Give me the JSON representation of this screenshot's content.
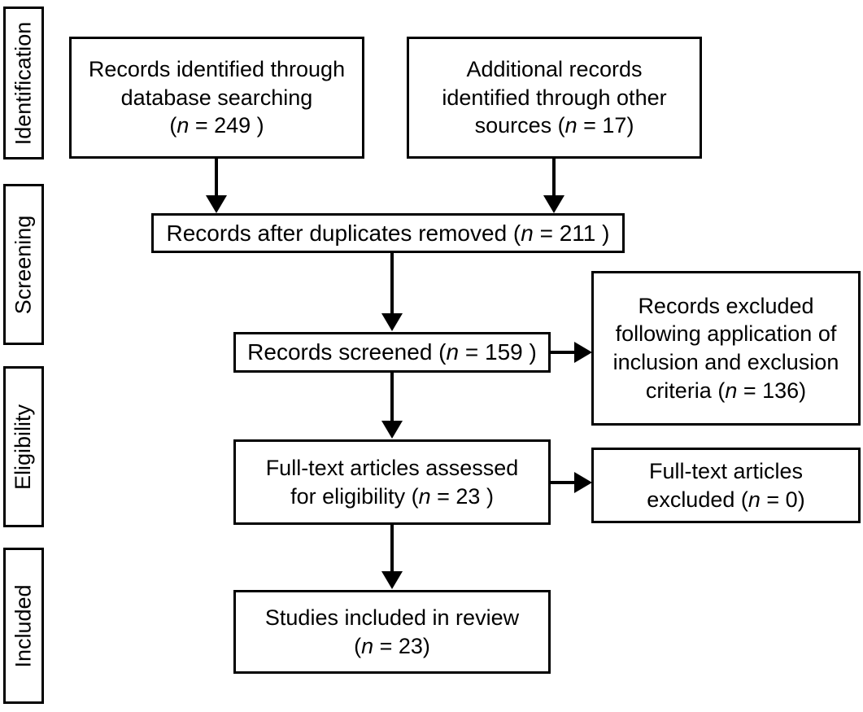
{
  "diagram": {
    "type": "prisma-flow-diagram",
    "stages": [
      {
        "id": "identification",
        "label": "Identification"
      },
      {
        "id": "screening",
        "label": "Screening"
      },
      {
        "id": "eligibility",
        "label": "Eligibility"
      },
      {
        "id": "included",
        "label": "Included"
      }
    ],
    "boxes": [
      {
        "id": "identified-db",
        "stage": "identification",
        "text": "Records identified through\ndatabase searching\n(n = 249 )",
        "count": 249,
        "count_label": "(n = 249 )"
      },
      {
        "id": "additional",
        "stage": "identification",
        "text": "Additional records\nidentified through other\nsources (n = 17)",
        "count": 17,
        "count_label": "(n = 17)"
      },
      {
        "id": "duplicates",
        "stage": "screening",
        "text": "Records after duplicates removed (n = 211 )",
        "count": 211,
        "count_label": "(n = 211 )"
      },
      {
        "id": "screened",
        "stage": "screening",
        "text": "Records screened (n = 159 )",
        "count": 159,
        "count_label": "(n = 159 )"
      },
      {
        "id": "records-excluded",
        "stage": "screening",
        "text": "Records excluded\nfollowing application of\ninclusion and exclusion\ncriteria (n = 136)",
        "count": 136,
        "count_label": "(n = 136)"
      },
      {
        "id": "fulltext-assessed",
        "stage": "eligibility",
        "text": "Full-text articles assessed\nfor eligibility (n = 23 )",
        "count": 23,
        "count_label": "(n = 23 )"
      },
      {
        "id": "fulltext-excluded",
        "stage": "eligibility",
        "text": "Full-text articles\nexcluded (n = 0)",
        "count": 0,
        "count_label": "(n = 0)"
      },
      {
        "id": "included-review",
        "stage": "included",
        "text": "Studies included in review\n(n = 23)",
        "count": 23,
        "count_label": "(n = 23)"
      }
    ],
    "connectors": [
      {
        "id": "a",
        "from": "identified-db",
        "to": "duplicates",
        "direction": "down"
      },
      {
        "id": "b",
        "from": "additional",
        "to": "duplicates",
        "direction": "down"
      },
      {
        "id": "c",
        "from": "duplicates",
        "to": "screened",
        "direction": "down"
      },
      {
        "id": "d",
        "from": "screened",
        "to": "records-excluded",
        "direction": "right"
      },
      {
        "id": "e",
        "from": "screened",
        "to": "fulltext-assessed",
        "direction": "down"
      },
      {
        "id": "f",
        "from": "fulltext-assessed",
        "to": "fulltext-excluded",
        "direction": "right"
      },
      {
        "id": "g",
        "from": "fulltext-assessed",
        "to": "included-review",
        "direction": "down"
      }
    ],
    "colors": {
      "stroke": "#000000",
      "fill": "#ffffff",
      "text": "#000000"
    }
  }
}
